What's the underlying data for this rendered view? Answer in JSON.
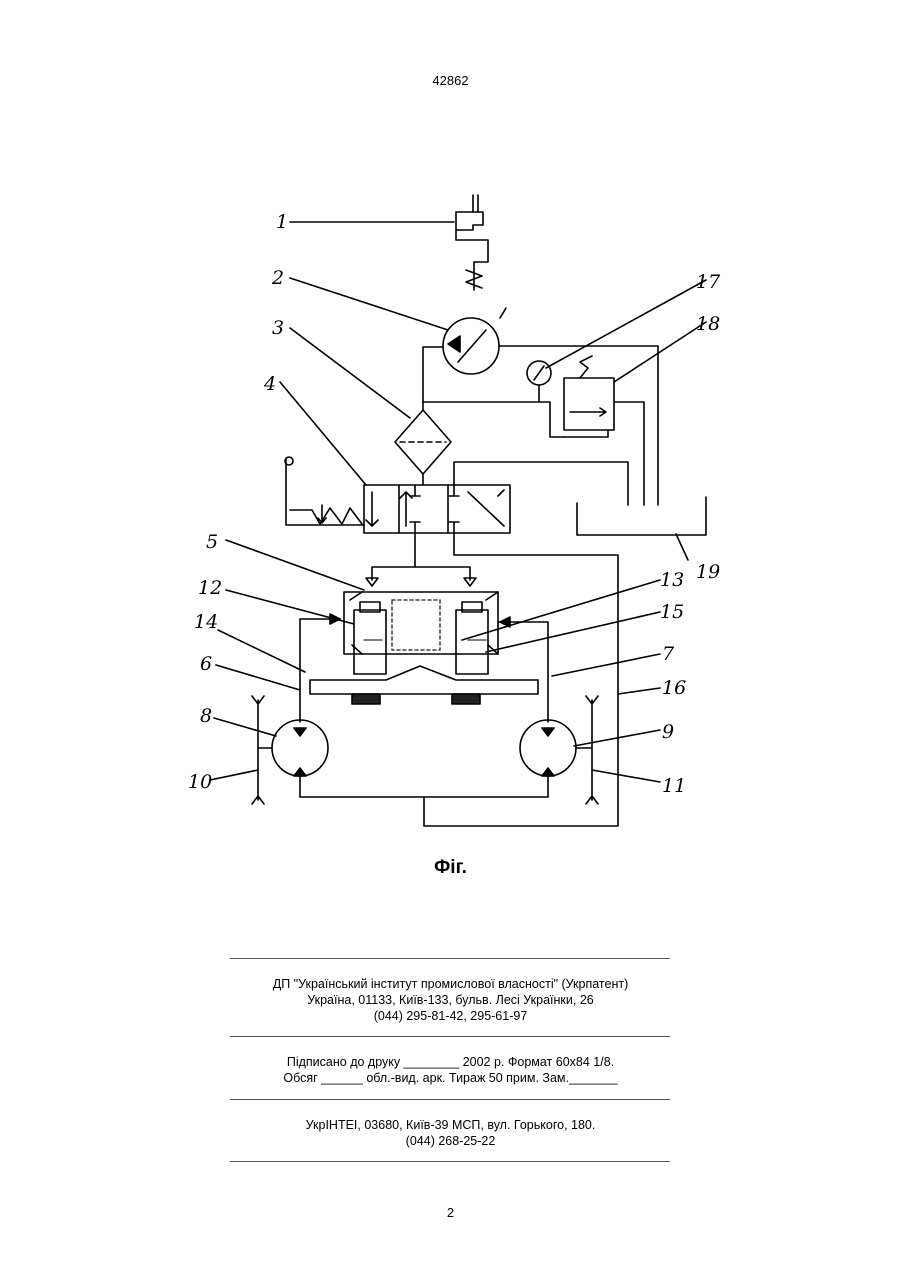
{
  "header": {
    "doc_number": "42862"
  },
  "figure": {
    "caption": "Фіг.",
    "labels": [
      "1",
      "2",
      "3",
      "4",
      "5",
      "12",
      "14",
      "6",
      "8",
      "10",
      "17",
      "18",
      "19",
      "13",
      "15",
      "7",
      "16",
      "9",
      "11"
    ]
  },
  "footer": {
    "org_line1": "ДП \"Український інститут промислової власності\" (Укрпатент)",
    "org_line2": "Україна, 01133, Київ-133, бульв. Лесі Українки, 26",
    "org_line3": "(044) 295-81-42, 295-61-97",
    "print_line1": "Підписано до друку ________ 2002 р.    Формат 60х84 1/8.",
    "print_line2": "Обсяг ______ обл.-вид. арк.   Тираж 50 прим.    Зам._______",
    "press_line1": "УкрІНТЕІ, 03680, Київ-39 МСП, вул. Горького, 180.",
    "press_line2": "(044) 268-25-22"
  },
  "page_number": "2"
}
